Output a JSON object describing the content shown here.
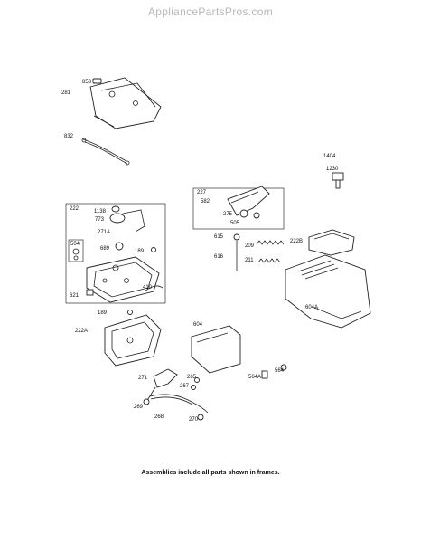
{
  "site": {
    "title": "AppliancePartsPros.com"
  },
  "labels": {
    "p853": "853",
    "p281": "281",
    "p832": "832",
    "p1404": "1404",
    "p1230": "1230",
    "p227": "227",
    "p582": "582",
    "p275": "275",
    "p505": "505",
    "p222": "222",
    "p1138": "1138",
    "p773": "773",
    "p271A": "271A",
    "p504": "504",
    "p689": "689",
    "p189a": "189",
    "p621": "621",
    "p410": "410",
    "p615": "615",
    "p616": "616",
    "p209": "209",
    "p211": "211",
    "p222B": "222B",
    "p604A": "604A",
    "p189b": "189",
    "p222A": "222A",
    "p604": "604",
    "p271": "271",
    "p265": "265",
    "p267": "267",
    "p564A": "564A",
    "p564": "564",
    "p269": "269",
    "p268": "268",
    "p270": "270"
  },
  "footer": {
    "note": "Assemblies include all parts shown in frames."
  }
}
